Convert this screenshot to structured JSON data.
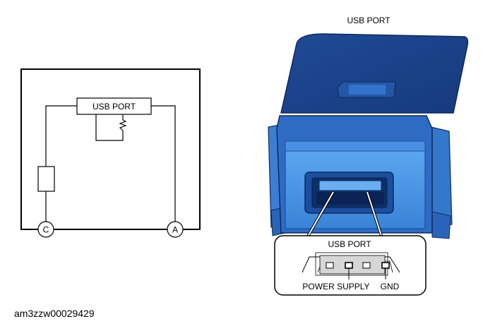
{
  "schematic": {
    "component_label": "USB PORT",
    "terminal_left": "C",
    "terminal_right": "A"
  },
  "photo": {
    "title": "USB PORT",
    "callout_title": "USB PORT",
    "pin_power_label": "POWER SUPPLY",
    "pin_gnd_label": "GND"
  },
  "figure_id": "am3zzw00029429",
  "colors": {
    "housing_dark": "#1a3f86",
    "housing_mid": "#2a65c2",
    "housing_light": "#4e97e6",
    "line": "#000000"
  }
}
